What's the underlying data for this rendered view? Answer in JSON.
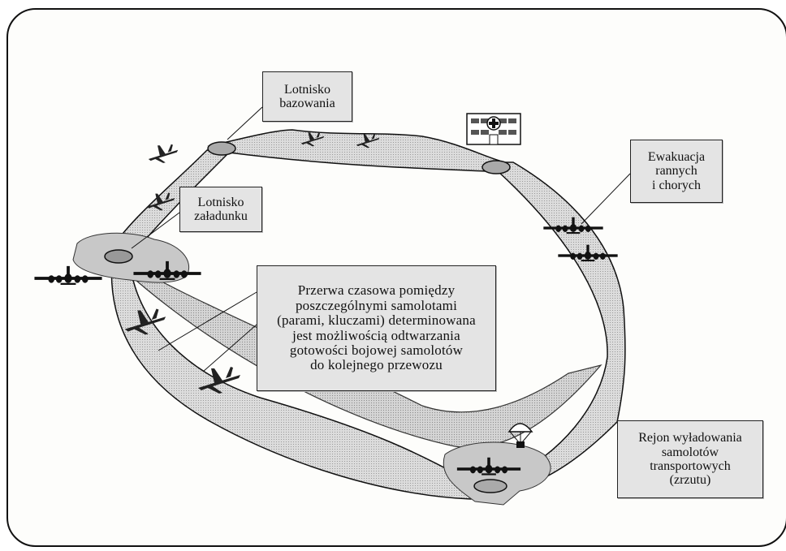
{
  "labels": {
    "bazowania": [
      "Lotnisko",
      "bazowania"
    ],
    "zaladunku": [
      "Lotnisko",
      "załadunku"
    ],
    "ewakuacja": [
      "Ewakuacja",
      "rannych",
      "i chorych"
    ],
    "przerwa": [
      "Przerwa czasowa pomiędzy",
      "poszczególnymi samolotami",
      "(parami, kluczami) determinowana",
      "jest możliwością odtwarzania",
      "gotowości bojowej samolotów",
      "do kolejnego przewozu"
    ],
    "rejon": [
      "Rejon wyładowania",
      "samolotów",
      "transportowych",
      "(zrzutu)"
    ]
  },
  "icons": [
    "hospital-icon",
    "parachute-icon",
    "transport-aircraft-icon",
    "fighter-jet-icon",
    "airfield-icon"
  ],
  "colors": {
    "band_fill": "#d2d2d2",
    "zone_fill": "#c4c4c4",
    "label_fill": "#e4e4e4",
    "ink": "#111111"
  }
}
